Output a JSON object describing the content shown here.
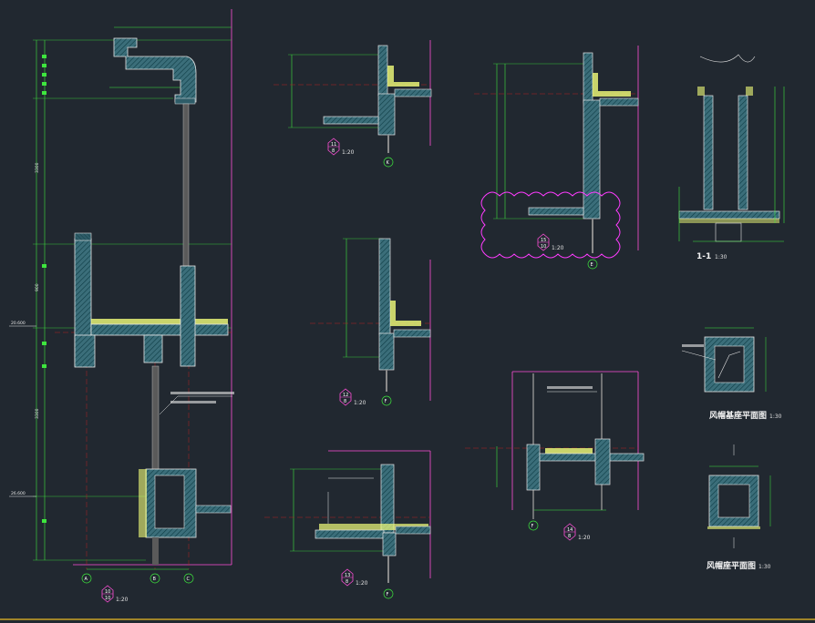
{
  "drawing": {
    "background": "#212830",
    "colors": {
      "wall_fill": "#3b6e7a",
      "wall_edge": "#e6e6e6",
      "hatch": "#0d3b44",
      "dim": "#3ee63e",
      "sheet_line": "#ff4fd8",
      "axis": "#b82020",
      "revision_cloud": "#ff3cff",
      "membrane": "#f4ff7a",
      "glass": "#8a8a8a"
    }
  },
  "details": [
    {
      "id": "d10",
      "num": "10",
      "sheet": "10",
      "scale": "1:20"
    },
    {
      "id": "d11",
      "num": "11",
      "sheet": "8",
      "scale": "1:20"
    },
    {
      "id": "d12",
      "num": "12",
      "sheet": "8",
      "scale": "1:20"
    },
    {
      "id": "d13",
      "num": "13",
      "sheet": "8",
      "scale": "1:20"
    },
    {
      "id": "d14",
      "num": "14",
      "sheet": "8",
      "scale": "1:20"
    },
    {
      "id": "d15",
      "num": "15",
      "sheet": "10",
      "scale": "1:20"
    }
  ],
  "axes": {
    "a": "A",
    "b": "B",
    "c": "C",
    "f1": "F",
    "f2": "F",
    "f3": "F",
    "k": "K",
    "e": "E"
  },
  "labels": {
    "section": "1-1",
    "section_scale": "1:30",
    "plan1_title": "风帽基座平面图",
    "plan1_scale": "1:30",
    "plan2_title": "风帽座平面图",
    "plan2_scale": "1:30",
    "elev_1": "20.600",
    "elev_2": "26.600"
  }
}
